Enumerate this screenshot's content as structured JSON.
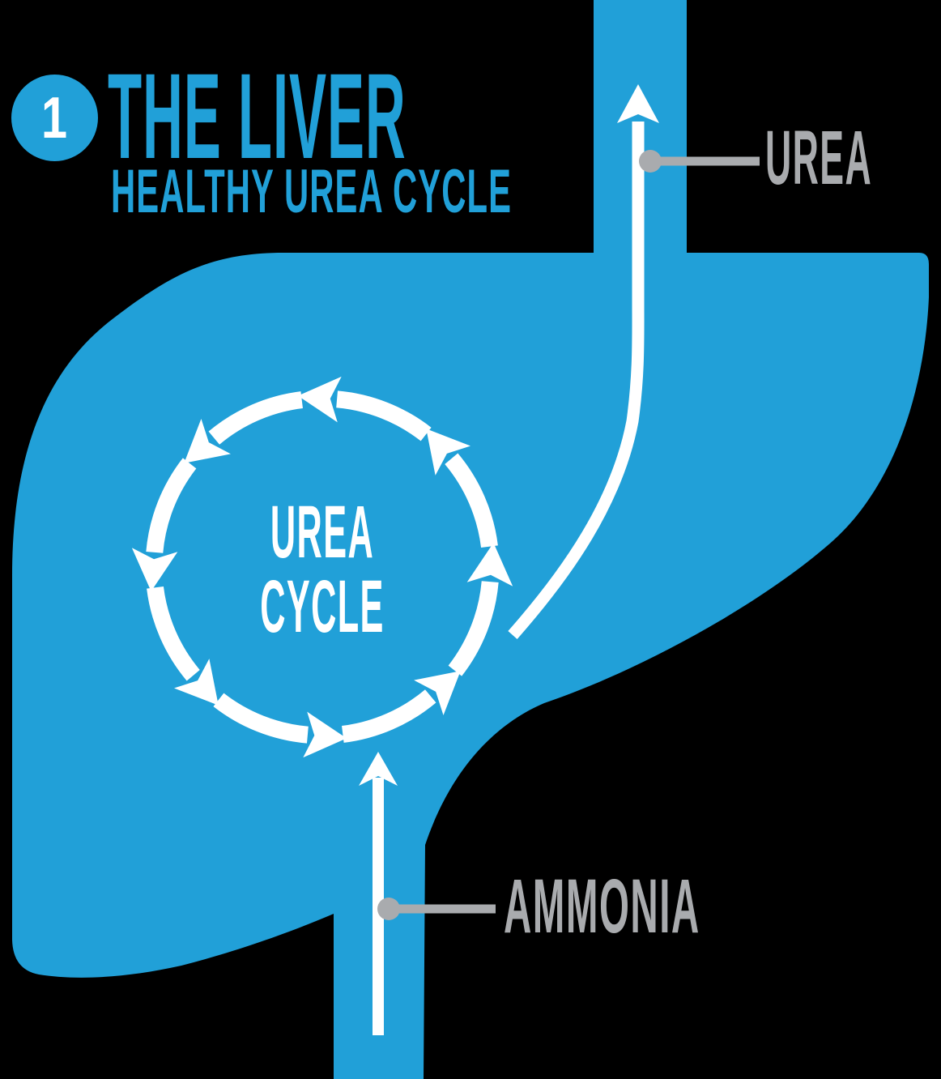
{
  "header": {
    "badge_number": "1",
    "title": "THE LIVER",
    "subtitle": "HEALTHY UREA CYCLE"
  },
  "diagram": {
    "type": "process-diagram",
    "subject": "hepatic urea cycle in a healthy liver",
    "cycle_center_line1": "UREA",
    "cycle_center_line2": "CYCLE",
    "output_label": "UREA",
    "input_label": "AMMONIA",
    "flow": [
      "Ammonia enters the liver through the lower vessel",
      "Ammonia feeds into the circular urea cycle (counter-clockwise arrows)",
      "Urea exits the cycle and leaves the liver through the upper vessel"
    ],
    "cycle_arrow_count": 8
  },
  "colors": {
    "liver_blue": "#21A0D8",
    "label_gray": "#A9ABAE",
    "arrow_white": "#FFFFFF",
    "background": "#000000"
  }
}
